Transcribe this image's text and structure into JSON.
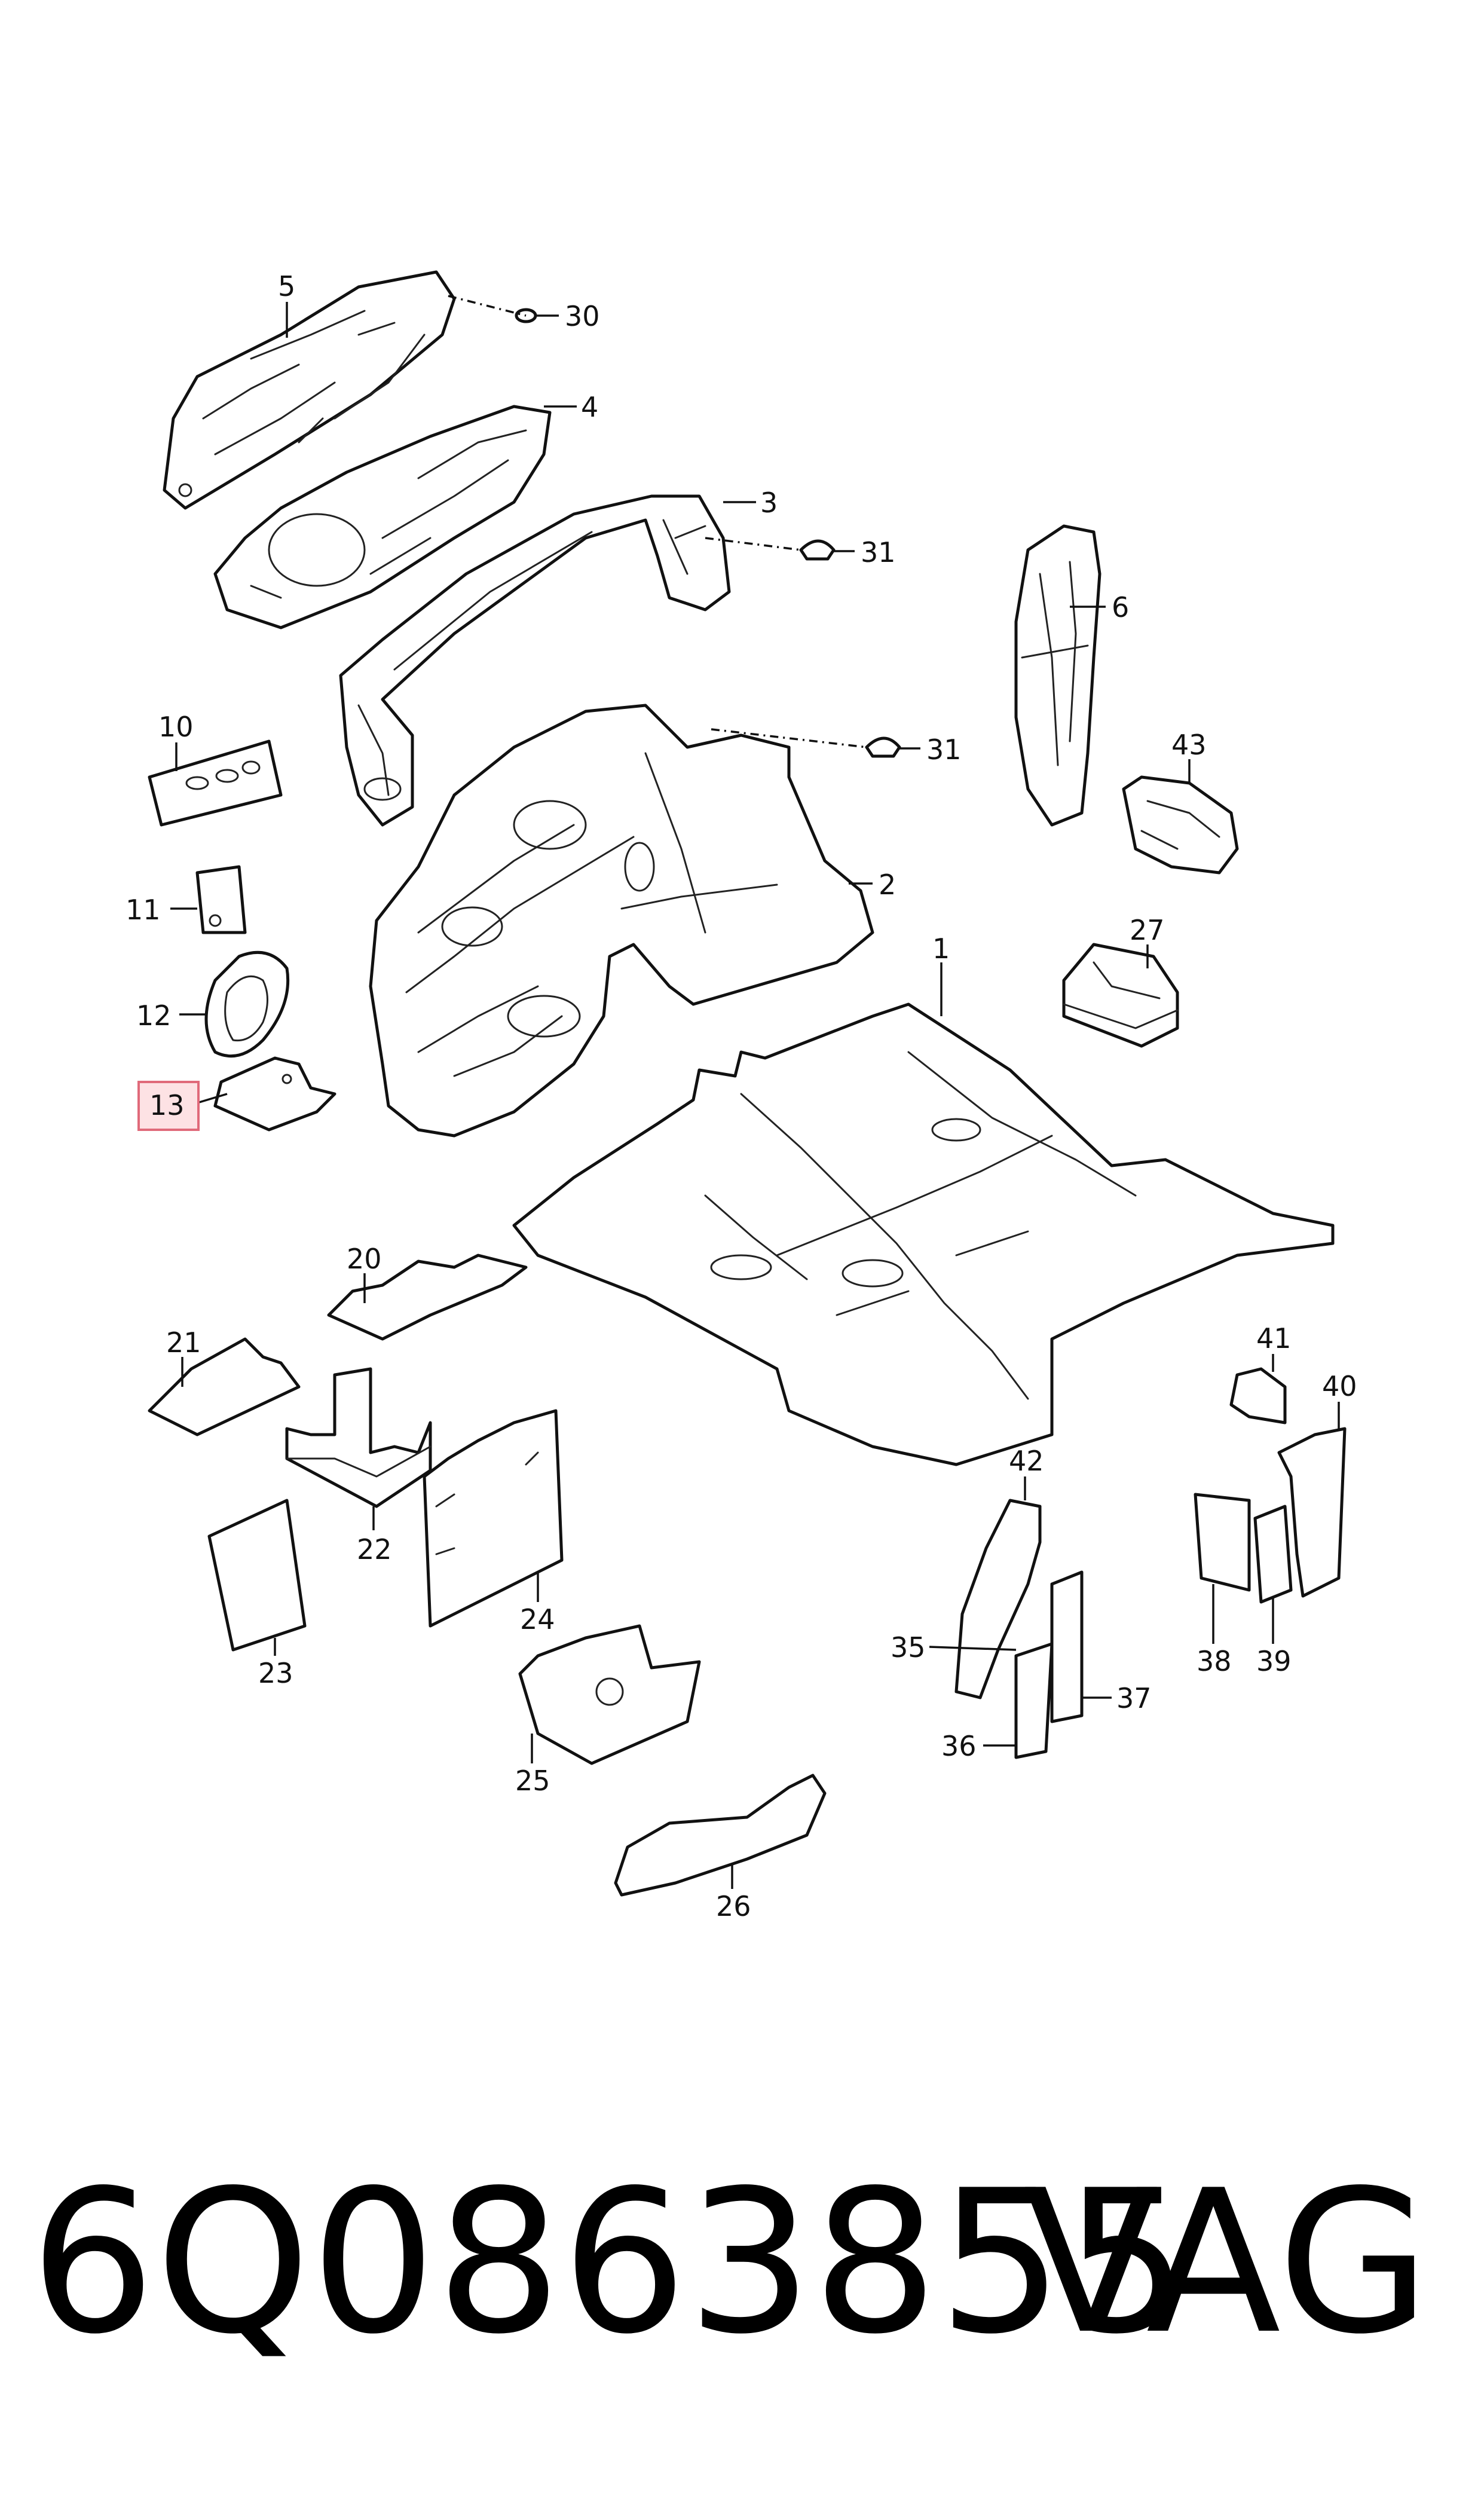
{
  "diagram": {
    "highlight_color": "#fde2e4",
    "highlight_border": "#e06a7a",
    "highlighted_callout": "13",
    "callouts": {
      "c1": "1",
      "c2": "2",
      "c3": "3",
      "c4": "4",
      "c5": "5",
      "c6": "6",
      "c10": "10",
      "c11": "11",
      "c12": "12",
      "c13": "13",
      "c20": "20",
      "c21": "21",
      "c22": "22",
      "c23": "23",
      "c24": "24",
      "c25": "25",
      "c26": "26",
      "c27": "27",
      "c30": "30",
      "c31a": "31",
      "c31b": "31",
      "c35": "35",
      "c36": "36",
      "c37": "37",
      "c38": "38",
      "c39": "39",
      "c40": "40",
      "c41": "41",
      "c42": "42",
      "c43": "43"
    }
  },
  "footer": {
    "part_number": "6Q0863855",
    "brand": "VAG"
  }
}
